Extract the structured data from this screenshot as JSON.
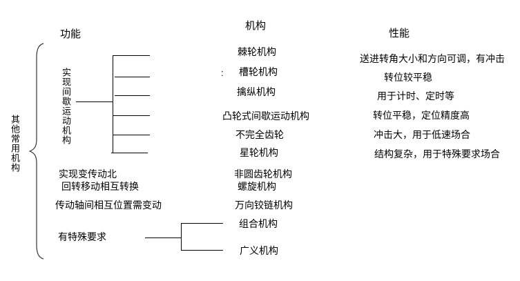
{
  "background": "#ffffff",
  "line_color": "#000000",
  "text_color": "#000000",
  "headers": {
    "function": "功能",
    "mechanism": "机构",
    "performance": "性能"
  },
  "root": {
    "label": "其他常用机构"
  },
  "functions": {
    "intermittent": "实现间歇运动机构",
    "variable_ratio": "实现变传动北",
    "rotary_linear": "回转移动相互转换",
    "shaft_position": "传动轴间相互位置需变动",
    "special": "有特殊要求"
  },
  "stray_mark": ":",
  "mechanisms": [
    "棘轮机构",
    "槽轮机构",
    "擒纵机构",
    "凸轮式间歇运动机构",
    "不完全齿轮",
    "星轮机构",
    "非圆齿轮机构",
    "螺旋机构",
    "万向铰链机构",
    "组合机构",
    "广义机构"
  ],
  "performances": [
    "送进转角大小和方向可调，有冲击",
    "转位较平稳",
    "用于计时、定时等",
    "转位平稳，定位精度高",
    "冲击大，用于低速场合",
    "结构复杂，用于特殊要求场合"
  ]
}
